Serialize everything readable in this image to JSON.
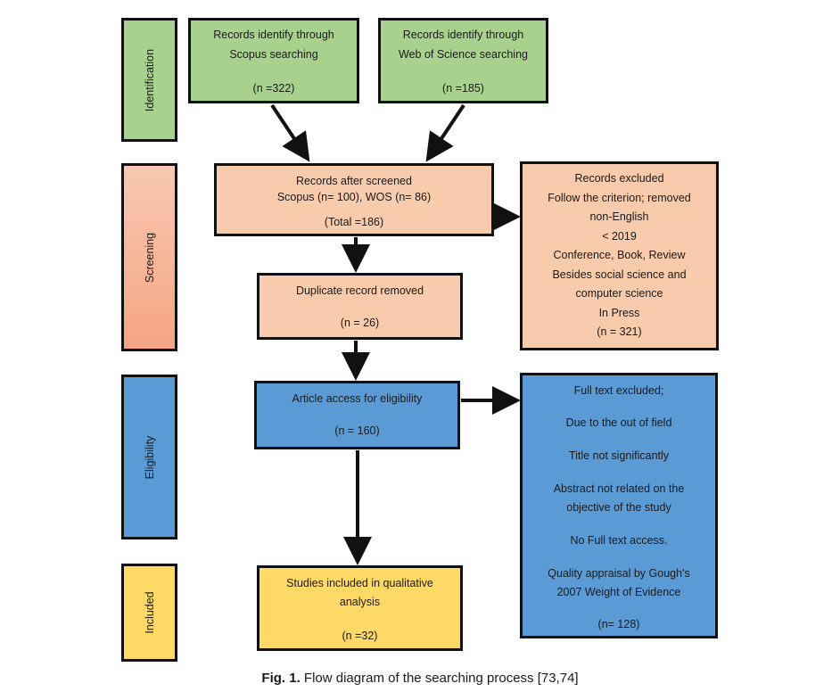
{
  "stages": {
    "identification": "Identification",
    "screening": "Screening",
    "eligibility": "Eligibility",
    "included": "Included"
  },
  "boxes": {
    "scopus": {
      "lines": [
        "Records identify through",
        "Scopus searching",
        "(n =322)"
      ]
    },
    "wos": {
      "lines": [
        "Records identify through",
        "Web of Science searching",
        "(n =185)"
      ]
    },
    "screened": {
      "lines": [
        "Records after screened",
        "Scopus (n= 100), WOS (n= 86)",
        "(Total =186)"
      ]
    },
    "excluded": {
      "lines": [
        "Records excluded",
        "Follow the criterion; removed",
        "non-English",
        "< 2019",
        "Conference, Book, Review",
        "Besides social science and",
        "computer science",
        "In Press",
        "(n = 321)"
      ]
    },
    "duplicate": {
      "lines": [
        "Duplicate record removed",
        "(n = 26)"
      ]
    },
    "eligibility": {
      "lines": [
        "Article access for eligibility",
        "(n = 160)"
      ]
    },
    "fulltext_excluded": {
      "lines": [
        "Full text excluded;",
        "Due to the out of field",
        "Title not significantly",
        "Abstract not related on the",
        "objective of the study",
        "No Full text access.",
        "Quality appraisal by Gough's",
        "2007 Weight of Evidence",
        "(n= 128)"
      ]
    },
    "included": {
      "lines": [
        "Studies included in qualitative",
        "analysis",
        "(n =32)"
      ]
    }
  },
  "caption": {
    "label": "Fig. 1.",
    "text": " Flow diagram of the searching process [73,74]"
  }
}
